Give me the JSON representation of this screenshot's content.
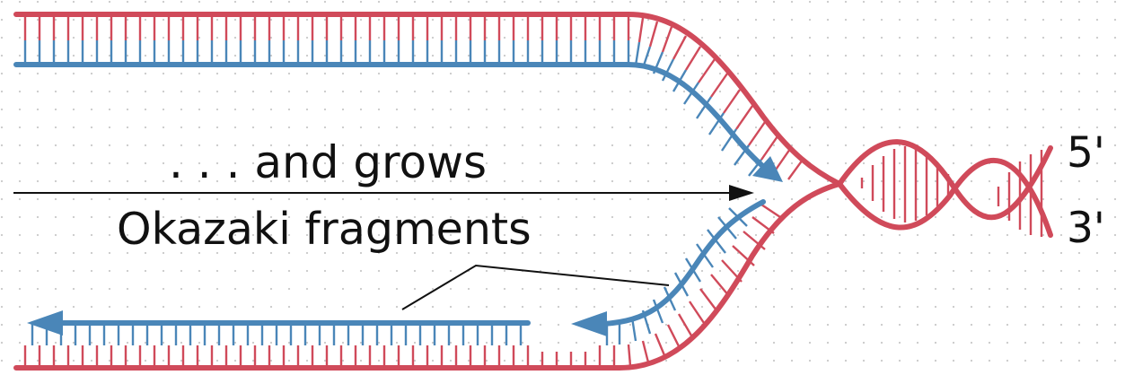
{
  "labels": {
    "grows": ". . . and grows",
    "fragments": "Okazaki fragments",
    "five_prime": "5'",
    "three_prime": "3'"
  },
  "colors": {
    "template_strand": "#d04a5a",
    "new_strand": "#4a86b8",
    "text": "#111111",
    "dots": "#c9c9c9"
  }
}
